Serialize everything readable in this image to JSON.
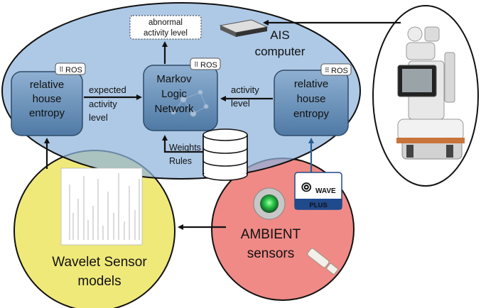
{
  "ais": {
    "line1": "AIS",
    "line2": "computer"
  },
  "output": {
    "line1": "abnormal",
    "line2": "activity level"
  },
  "left_block": {
    "line1": "relative",
    "line2": "house",
    "line3": "entropy",
    "badge": "ROS"
  },
  "center_block": {
    "line1": "Markov",
    "line2": "Logic",
    "line3": "Network",
    "badge": "ROS"
  },
  "right_block": {
    "line1": "relative",
    "line2": "house",
    "line3": "entropy",
    "badge": "ROS"
  },
  "edge_left": {
    "line1": "expected",
    "line2": "activity",
    "line3": "level"
  },
  "edge_right": {
    "line1": "activity",
    "line2": "level"
  },
  "database": {
    "label1": "Weights",
    "label2": "Rules"
  },
  "wavelet": {
    "line1": "Wavelet Sensor",
    "line2": "models"
  },
  "ambient": {
    "line1": "AMBIENT",
    "line2": "sensors"
  },
  "zwave": {
    "brand": "WAVE",
    "plus": "PLUS"
  },
  "colors": {
    "ais_fill": "#a9c6e6",
    "wavelet_fill": "#efe97a",
    "ambient_fill": "#ef8a86",
    "block_fill": "#5e87b0",
    "zwave_blue": "#1f4a8c"
  }
}
